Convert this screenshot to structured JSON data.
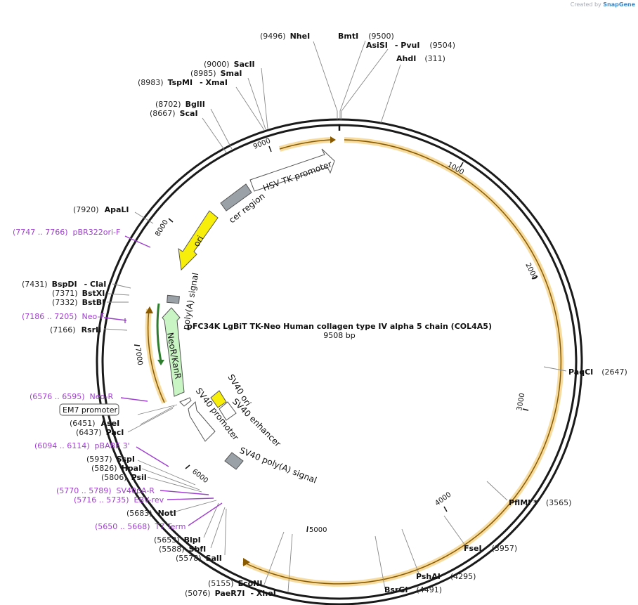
{
  "watermark": {
    "created_by": "Created by",
    "brand": "SnapGene"
  },
  "plasmid": {
    "name": "pFC34K LgBiT TK-Neo Human collagen type IV alpha 5 chain (COL4A5)",
    "length": "9508 bp"
  },
  "sites": [
    {
      "num": "(9496)",
      "name": "NheI"
    },
    {
      "num": "",
      "name": "BmtI",
      "after": "(9500)"
    },
    {
      "num": "",
      "name": "AsiSI",
      "extra": "- PvuI",
      "after": "(9504)"
    },
    {
      "num": "",
      "name": "AhdI",
      "after": "(311)"
    },
    {
      "num": "(9000)",
      "name": "SacII"
    },
    {
      "num": "(8985)",
      "name": "SmaI"
    },
    {
      "num": "(8983)",
      "name": "TspMI",
      "extra": "- XmaI"
    },
    {
      "num": "(8702)",
      "name": "BglII"
    },
    {
      "num": "(8667)",
      "name": "ScaI"
    },
    {
      "num": "(7920)",
      "name": "ApaLI"
    },
    {
      "num": "(7431)",
      "name": "BspDI",
      "extra": "- ClaI"
    },
    {
      "num": "(7371)",
      "name": "BstXI"
    },
    {
      "num": "(7332)",
      "name": "BstBI"
    },
    {
      "num": "(7166)",
      "name": "RsrII"
    },
    {
      "num": "(6451)",
      "name": "AseI"
    },
    {
      "num": "(6437)",
      "name": "PacI"
    },
    {
      "num": "(5937)",
      "name": "SspI"
    },
    {
      "num": "(5826)",
      "name": "HpaI"
    },
    {
      "num": "(5806)",
      "name": "PsiI"
    },
    {
      "num": "(5683)",
      "name": "NotI"
    },
    {
      "num": "(5653)",
      "name": "BlpI"
    },
    {
      "num": "(5588)",
      "name": "SbfI"
    },
    {
      "num": "(5578)",
      "name": "SalI"
    },
    {
      "num": "(5155)",
      "name": "EcoNI"
    },
    {
      "num": "(5076)",
      "name": "PaeR7I",
      "extra": "- XhoI"
    },
    {
      "num": "",
      "name": "BsrGI",
      "after": "(4491)"
    },
    {
      "num": "",
      "name": "PshAI",
      "after": "(4295)"
    },
    {
      "num": "",
      "name": "FseI",
      "after": "(3957)"
    },
    {
      "num": "",
      "name": "PflMI *",
      "after": "(3565)"
    },
    {
      "num": "",
      "name": "PaqCI",
      "after": "(2647)"
    }
  ],
  "primers": [
    {
      "text": "(7747 .. 7766)  pBR322ori-F"
    },
    {
      "text": "(7186 .. 7205)  Neo-F"
    },
    {
      "text": "(6576 .. 6595)  Neo-R"
    },
    {
      "text": "(6094 .. 6114)  pBABE 3'"
    },
    {
      "text": "(5770 .. 5789)  SV40pA-R"
    },
    {
      "text": "(5716 .. 5735)  EBV-rev"
    },
    {
      "text": "(5650 .. 5668)  T7 Term"
    }
  ],
  "boxed_feature": "EM7 promoter",
  "features": [
    {
      "label": "HSV TK promoter"
    },
    {
      "label": "cer region"
    },
    {
      "label": "ori"
    },
    {
      "label": "poly(A) signal"
    },
    {
      "label": "NeoR/KanR"
    },
    {
      "label": "SV40 ori"
    },
    {
      "label": "SV40 enhancer"
    },
    {
      "label": "SV40 promoter"
    },
    {
      "label": "SV40 poly(A) signal"
    }
  ],
  "ticks": [
    "1000",
    "2000",
    "3000",
    "4000",
    "5000",
    "6000",
    "7000",
    "8000",
    "9000"
  ],
  "colors": {
    "orf": "#f5a623",
    "orf_glow": "#f6dca0",
    "ori": "#f7ee0c",
    "neo": "#c9f5c4",
    "primer": "#a040d0",
    "misc": "#9aa1a7"
  }
}
